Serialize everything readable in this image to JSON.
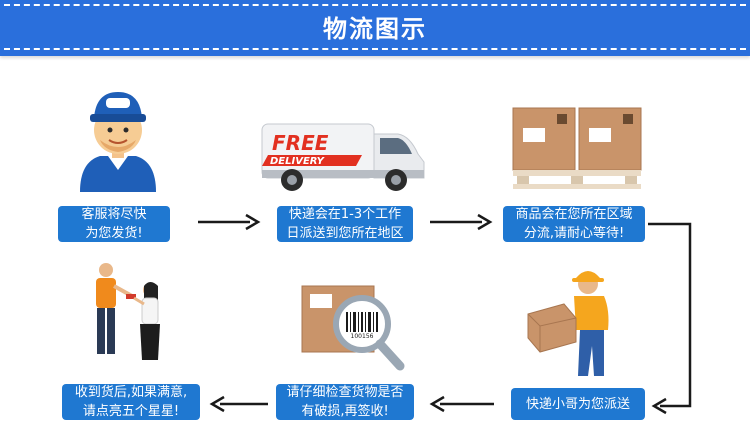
{
  "header": {
    "title": "物流图示"
  },
  "steps": [
    {
      "id": "service",
      "text": "客服将尽快\n为您发货!"
    },
    {
      "id": "shipping",
      "text": "快递会在1-3个工作\n日派送到您所在地区"
    },
    {
      "id": "arrival",
      "text": "商品会在您所在区域\n分流,请耐心等待!"
    },
    {
      "id": "courier",
      "text": "快递小哥为您派送"
    },
    {
      "id": "inspect",
      "text": "请仔细检查货物是否\n有破损,再签收!"
    },
    {
      "id": "review",
      "text": "收到货后,如果满意,\n请点亮五个星星!"
    }
  ],
  "van": {
    "logo_top": "FREE",
    "logo_bottom": "DELIVERY"
  },
  "barcode": {
    "digits": "100156"
  },
  "colors": {
    "banner": "#2a6fdc",
    "step_box": "#1f78d1",
    "arrow": "#1a1a1a",
    "van_logo": "#e23020"
  }
}
